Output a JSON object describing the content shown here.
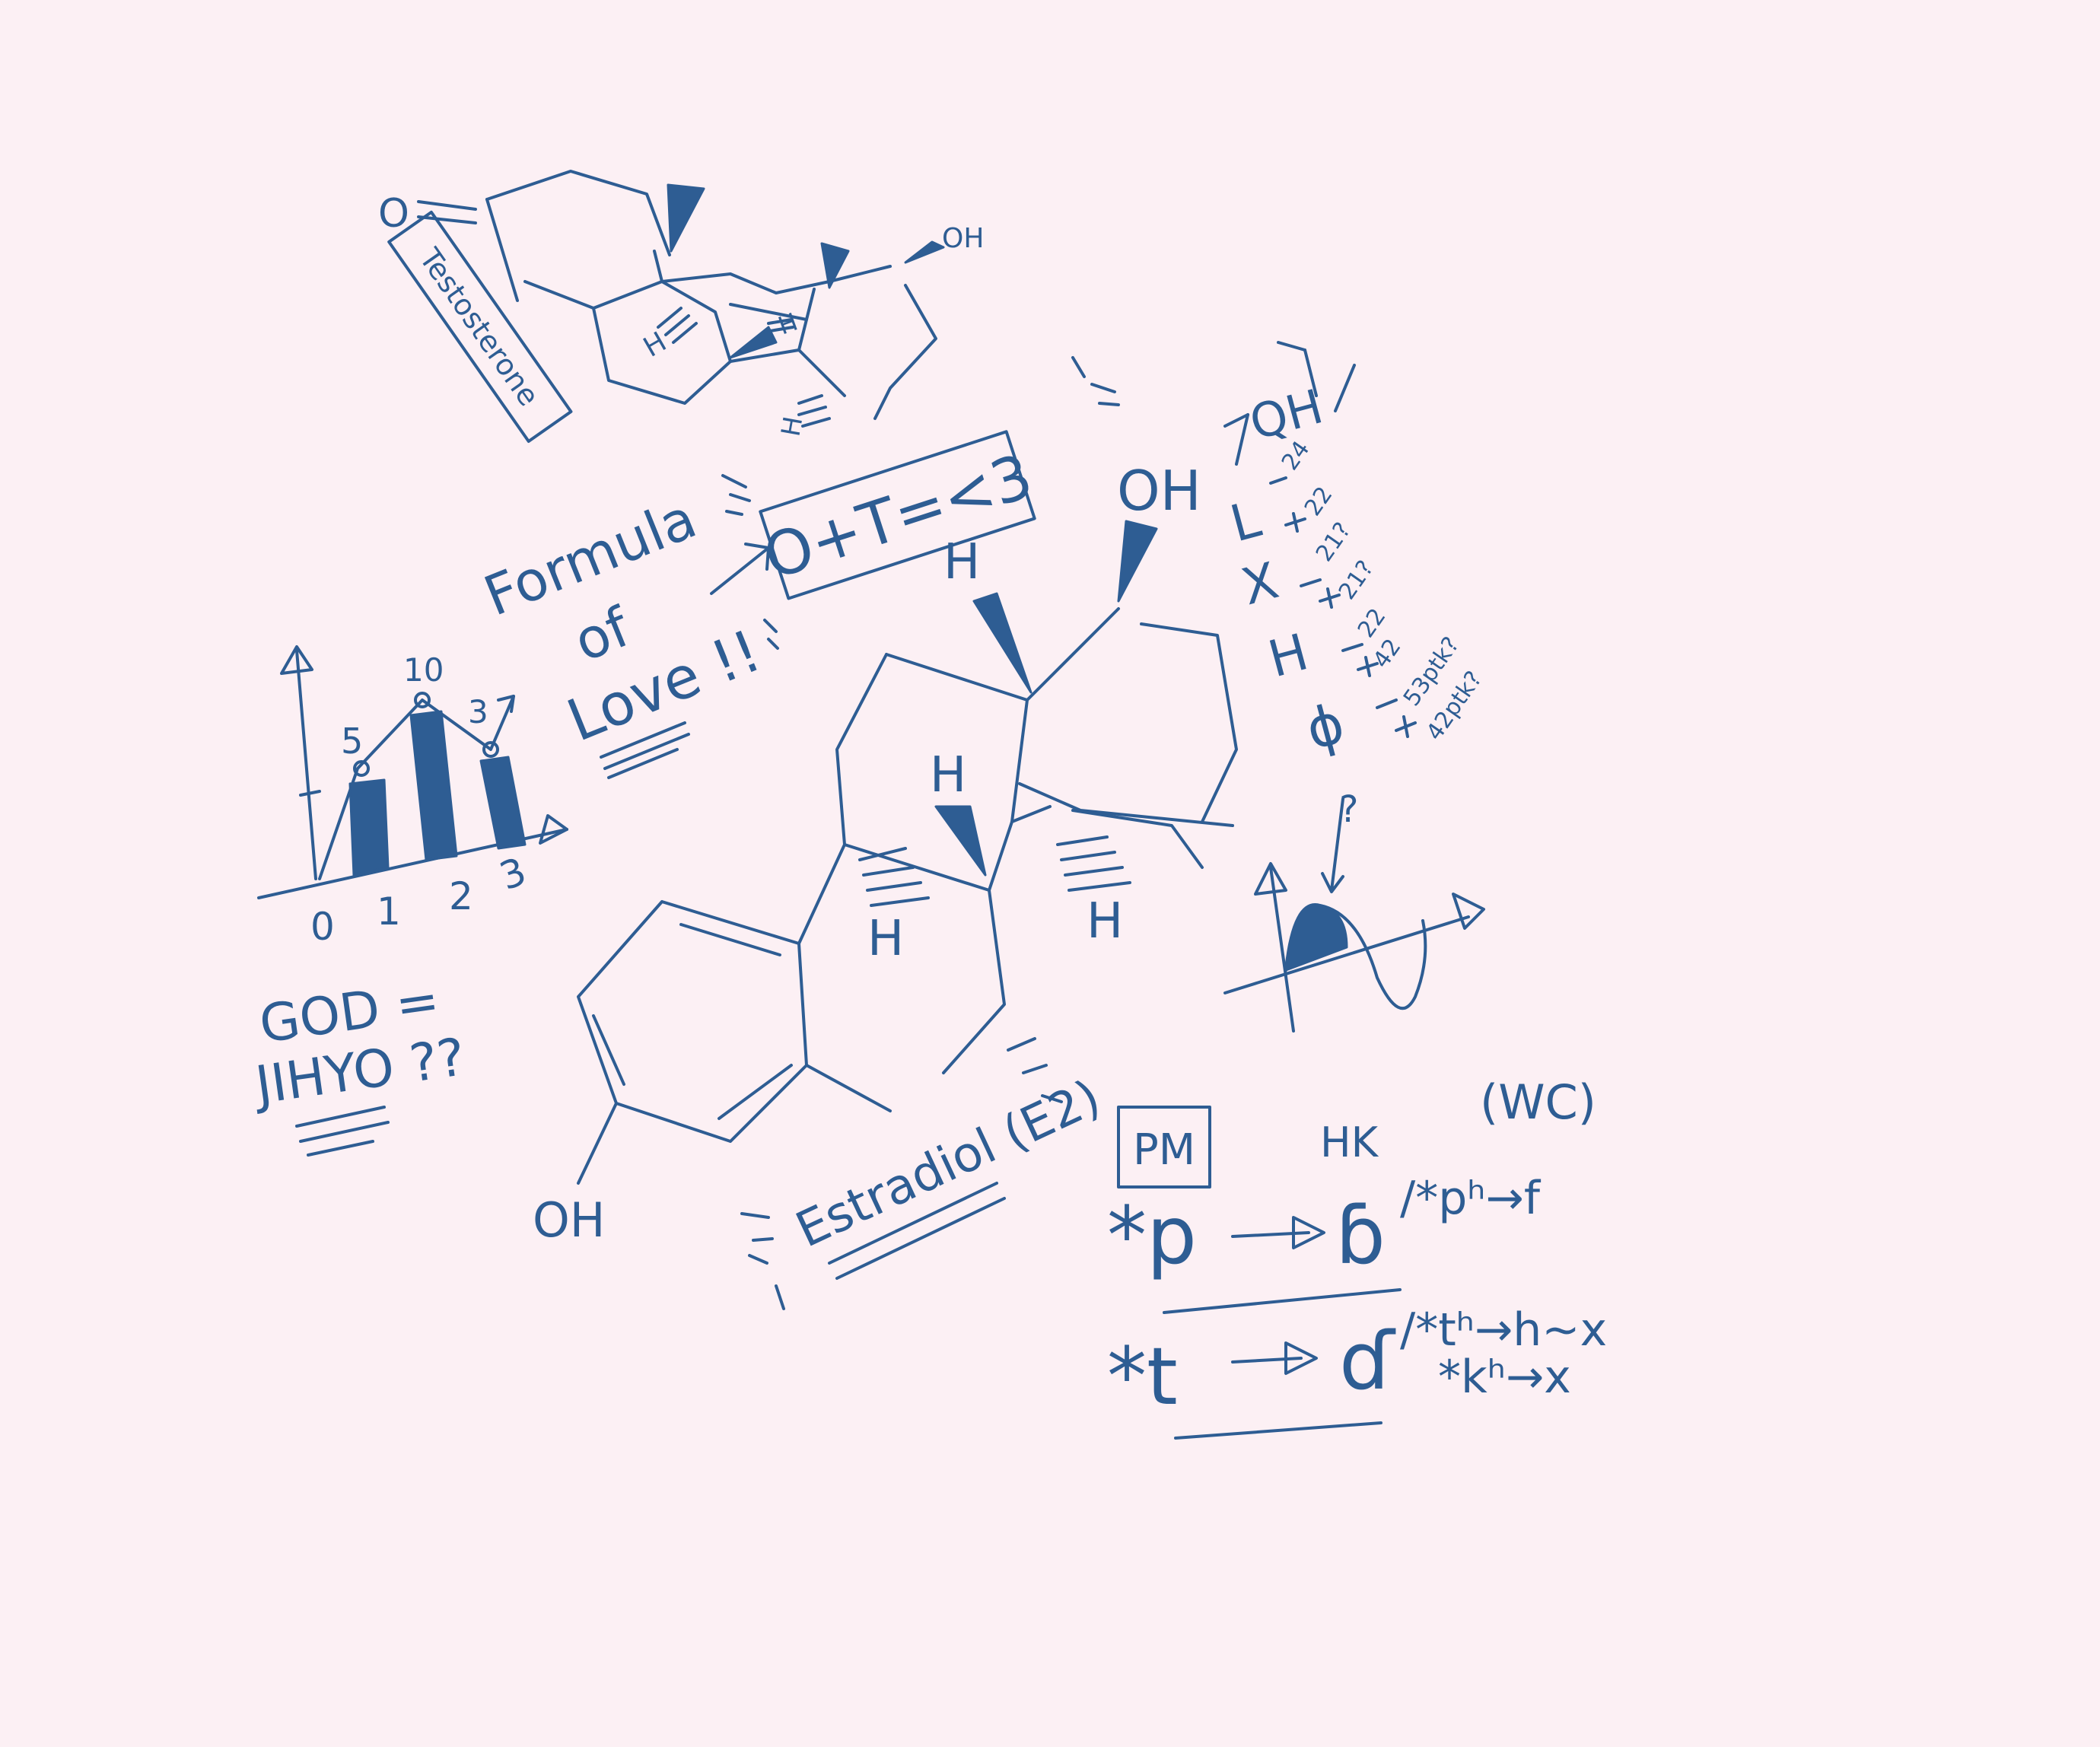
{
  "testosterone": {
    "label": "Testosterone",
    "oxygen": "O",
    "hydroxyl": "OH",
    "h_lower": "H",
    "h_upper": "H",
    "h_mid": "H"
  },
  "formula": {
    "title_line1": "Formula",
    "title_line2": "of",
    "title_line3": "Love !!",
    "equation": "O+T=<3"
  },
  "estradiol": {
    "label": "Estradiol (E2)",
    "oh_top": "OH",
    "oh_bottom": "OH",
    "h_top": "H",
    "h_mid": "H",
    "h_left": "H",
    "h_right": "H"
  },
  "graph": {
    "label_a": "5",
    "label_b": "10",
    "label_c": "3",
    "x0": "0",
    "x1": "1",
    "x2": "2",
    "x3": "3"
  },
  "god_note": {
    "line1": "GOD =",
    "line2": "JIHYO ??"
  },
  "qh": {
    "header": "QH",
    "rows": [
      {
        "letter": "L",
        "minus": "24",
        "plus": "22"
      },
      {
        "letter": "X",
        "minus": "21?",
        "plus": "21?"
      },
      {
        "letter": "H",
        "minus": "22",
        "plus": "42"
      },
      {
        "letter": "ϕ",
        "minus": "53ptk?",
        "plus": "42ptk?"
      }
    ],
    "question": "?"
  },
  "sound_change": {
    "pm_label": "PM",
    "hk_label": "HK",
    "wc_label": "(WC)",
    "row1_left": "*p",
    "row1_mid": "ɓ",
    "row1_right": "/*pʰ→f",
    "row2_left": "*t",
    "row2_mid": "ɗ",
    "row2_right_a": "/*tʰ→h~x",
    "row2_right_b": "*kʰ→x"
  }
}
